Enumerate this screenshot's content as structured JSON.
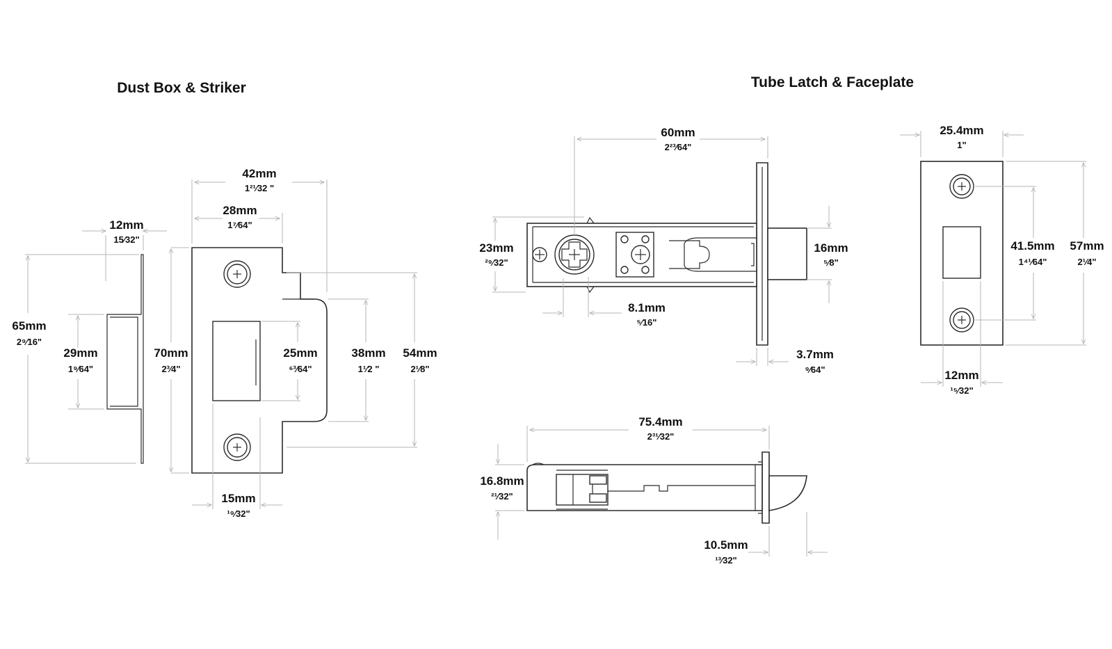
{
  "titles": {
    "dust_box_striker": "Dust Box & Striker",
    "tube_latch_faceplate": "Tube Latch & Faceplate"
  },
  "dust_box_striker": {
    "dust_box_width": {
      "mm": "12mm",
      "inch": "15⁄32\""
    },
    "dust_box_height": {
      "mm": "29mm",
      "inch": "1⁹⁄64\""
    },
    "flange_height": {
      "mm": "65mm",
      "inch": "2⁹⁄16\""
    },
    "striker_width": {
      "mm": "42mm",
      "inch": "1²¹⁄32 \""
    },
    "striker_plate_width": {
      "mm": "28mm",
      "inch": "1⁷⁄64\""
    },
    "striker_height": {
      "mm": "70mm",
      "inch": "2³⁄4\""
    },
    "opening_height": {
      "mm": "25mm",
      "inch": "⁶³⁄64\""
    },
    "lip_height": {
      "mm": "38mm",
      "inch": "1¹⁄2 \""
    },
    "screw_centres": {
      "mm": "54mm",
      "inch": "2¹⁄8\""
    },
    "opening_width": {
      "mm": "15mm",
      "inch": "¹⁹⁄32\""
    }
  },
  "tube_latch_faceplate": {
    "backset": {
      "mm": "60mm",
      "inch": "2²³⁄64\""
    },
    "body_height": {
      "mm": "23mm",
      "inch": "²⁹⁄32\""
    },
    "latch_height": {
      "mm": "16mm",
      "inch": "⁵⁄8\""
    },
    "follower_offset": {
      "mm": "8.1mm",
      "inch": "⁵⁄16\""
    },
    "faceplate_thickness": {
      "mm": "3.7mm",
      "inch": "⁹⁄64\""
    },
    "faceplate_width": {
      "mm": "25.4mm",
      "inch": "1\""
    },
    "faceplate_screw_centres": {
      "mm": "41.5mm",
      "inch": "1⁴¹⁄64\""
    },
    "faceplate_height": {
      "mm": "57mm",
      "inch": "2¹⁄4\""
    },
    "faceplate_slot_width": {
      "mm": "12mm",
      "inch": "¹⁵⁄32\""
    },
    "overall_length": {
      "mm": "75.4mm",
      "inch": "2³¹⁄32\""
    },
    "side_body_height": {
      "mm": "16.8mm",
      "inch": "²¹⁄32\""
    },
    "latch_projection": {
      "mm": "10.5mm",
      "inch": "¹³⁄32\""
    }
  },
  "colors": {
    "line": "#2b2b2b",
    "dimension": "#b5b5b5",
    "text": "#111111"
  }
}
